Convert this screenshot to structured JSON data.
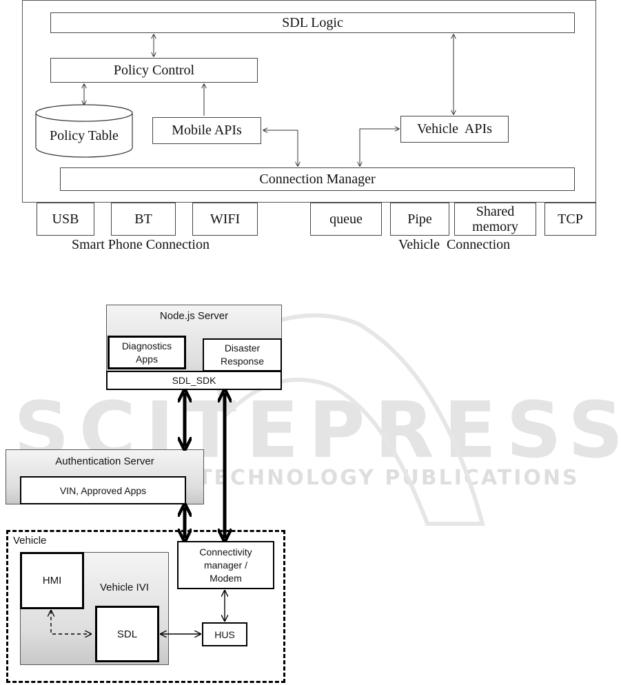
{
  "top": {
    "sdl_logic": "SDL Logic",
    "policy_control": "Policy Control",
    "policy_table": "Policy Table",
    "mobile_apis": "Mobile APIs",
    "vehicle_apis": "Vehicle  APIs",
    "connection_manager": "Connection Manager",
    "phone_ports": [
      "USB",
      "BT",
      "WIFI"
    ],
    "vehicle_ports": [
      "queue",
      "Pipe",
      "Shared memory",
      "TCP"
    ],
    "smart_phone_connection": "Smart Phone Connection",
    "vehicle_connection": "Vehicle  Connection"
  },
  "bottom": {
    "node_server": "Node.js Server",
    "diagnostics_apps": "Diagnostics Apps",
    "disaster_response": "Disaster Response",
    "sdl_sdk": "SDL_SDK",
    "auth_server": "Authentication Server",
    "vin_apps": "VIN, Approved Apps",
    "vehicle": "Vehicle",
    "hmi": "HMI",
    "vehicle_ivi": "Vehicle IVI",
    "sdl": "SDL",
    "connectivity_manager": "Connectivity manager / Modem",
    "hus": "HUS"
  },
  "watermark": {
    "main": "SCITEPRESS",
    "sub": "SCIENCE AND TECHNOLOGY PUBLICATIONS"
  }
}
